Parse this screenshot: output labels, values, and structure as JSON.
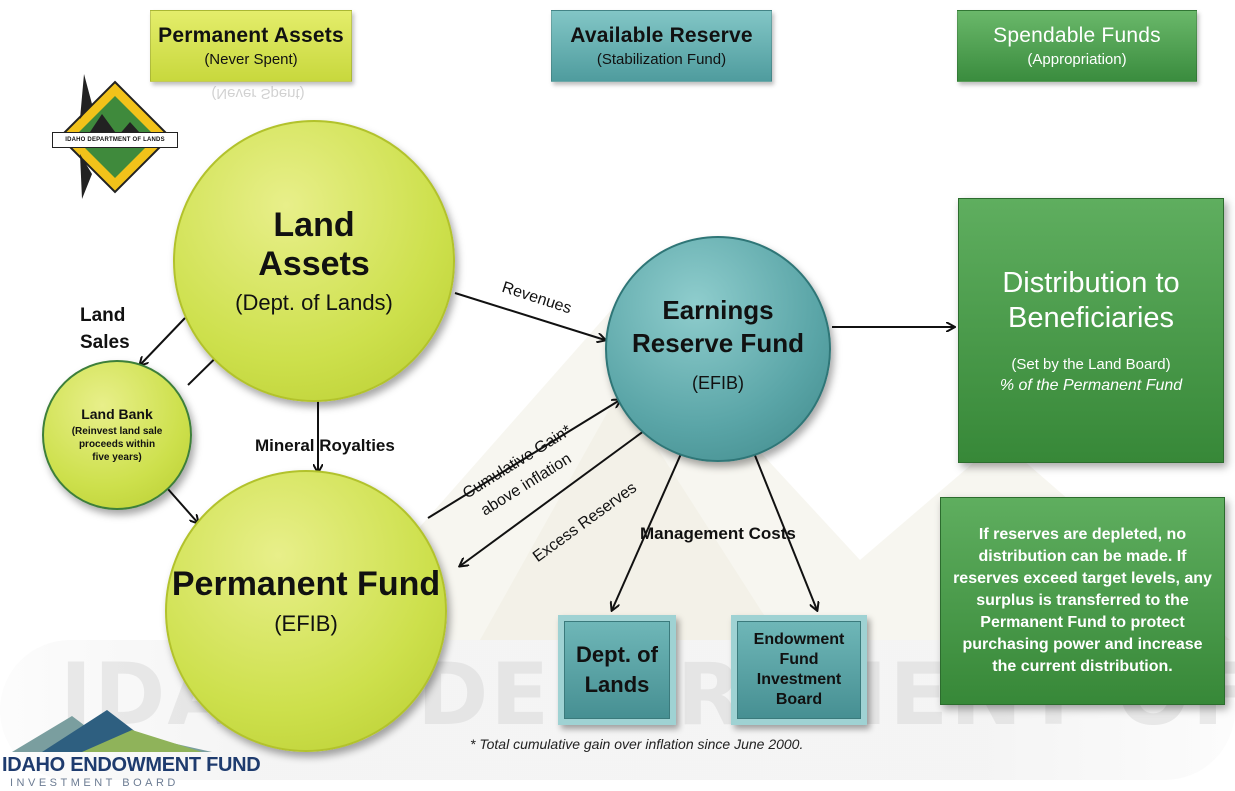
{
  "headers": [
    {
      "title": "Permanent Assets",
      "subtitle": "(Never Spent)"
    },
    {
      "title": "Available Reserve",
      "subtitle": "(Stabilization Fund)"
    },
    {
      "title": "Spendable Funds",
      "subtitle": "(Appropriation)"
    }
  ],
  "header_reflection": "(Never Spent)",
  "watermark_text": "IDAHO DEPARTMENT OF LANDS",
  "logo_dept_text": "IDAHO DEPARTMENT OF LANDS",
  "land_assets": {
    "line1": "Land",
    "line2": "Assets",
    "sub": "(Dept. of Lands)"
  },
  "land_bank": {
    "title": "Land Bank",
    "line1": "(Reinvest land sale",
    "line2": "proceeds within",
    "line3": "five years)"
  },
  "permanent_fund": {
    "title": "Permanent Fund",
    "sub": "(EFIB)"
  },
  "earnings_reserve": {
    "line1": "Earnings",
    "line2": "Reserve Fund",
    "sub": "(EFIB)"
  },
  "distribution": {
    "line1": "Distribution to",
    "line2": "Beneficiaries",
    "sub1": "(Set by the Land Board)",
    "sub2": "% of the Permanent Fund"
  },
  "reserve_note": {
    "line1": "If reserves are depleted, no",
    "line2": "distribution can be made.  If",
    "line3": "reserves exceed target levels, any",
    "line4": "surplus is transferred to the",
    "line5": "Permanent Fund to protect",
    "line6": "purchasing power and increase",
    "line7": "the current distribution."
  },
  "dept_lands_box": {
    "line1": "Dept. of",
    "line2": "Lands"
  },
  "efib_box": {
    "line1": "Endowment",
    "line2": "Fund",
    "line3": "Investment",
    "line4": "Board"
  },
  "labels": {
    "land_sales_1": "Land",
    "land_sales_2": "Sales",
    "mineral_royalties": "Mineral Royalties",
    "revenues": "Revenues",
    "cumulative_gain_1": "Cumulative Gain*",
    "cumulative_gain_2": "above inflation",
    "excess_reserves": "Excess Reserves",
    "management_costs": "Management Costs"
  },
  "footnote": "* Total cumulative gain over inflation since June 2000.",
  "efib_logo": {
    "name": "IDAHO ENDOWMENT FUND",
    "sub": "INVESTMENT BOARD"
  },
  "colors": {
    "yellow": "#cde04c",
    "teal": "#5aa5a7",
    "green": "#3a8c3e"
  }
}
